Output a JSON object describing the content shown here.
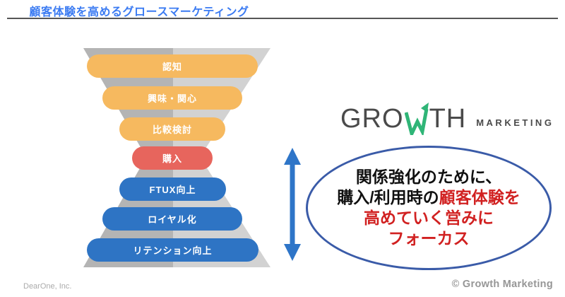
{
  "slide": {
    "title": "顧客体験を高めるグロースマーケティング",
    "title_color": "#3b7bf2"
  },
  "funnel": {
    "stages": [
      {
        "label": "認知",
        "color": "#f6b95f"
      },
      {
        "label": "興味・関心",
        "color": "#f6b95f"
      },
      {
        "label": "比較検討",
        "color": "#f6b95f"
      },
      {
        "label": "購入",
        "color": "#e7655d"
      },
      {
        "label": "FTUX向上",
        "color": "#2e74c4"
      },
      {
        "label": "ロイヤル化",
        "color": "#2e74c4"
      },
      {
        "label": "リテンション向上",
        "color": "#2e74c4"
      }
    ]
  },
  "logo": {
    "part1": "GRO",
    "part2": "TH",
    "suffix": "MARKETING",
    "text_color": "#4a4a4a",
    "arrow_color": "#2fb577"
  },
  "arrow": {
    "color": "#2e75c8"
  },
  "callout": {
    "border_color": "#3a5ba8",
    "accent_color": "#d12121",
    "line1": "関係強化のために、",
    "line2_black": "購入/利用時の",
    "line2_red": "顧客体験を",
    "line3": "高めていく営みに",
    "line4": "フォーカス"
  },
  "footer": {
    "left": "DearOne, Inc.",
    "right": "© Growth Marketing"
  }
}
